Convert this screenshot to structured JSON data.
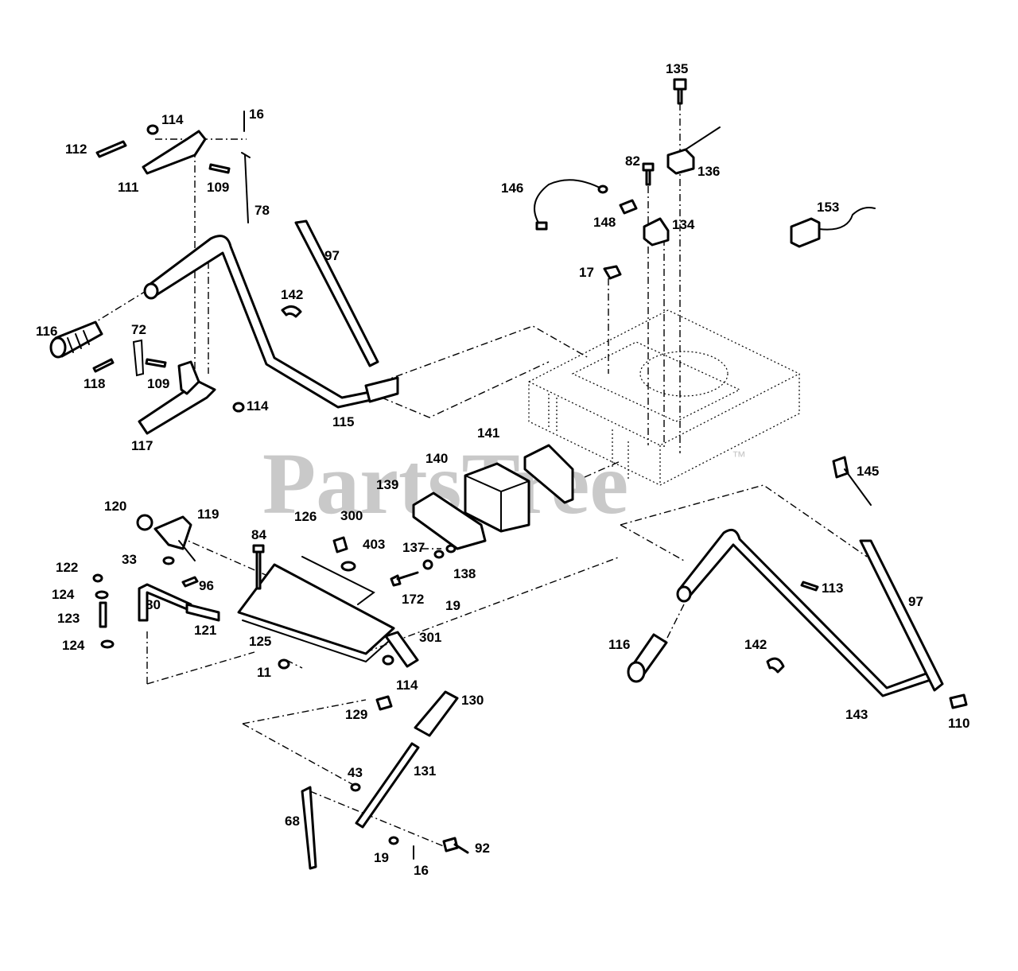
{
  "watermark": {
    "text": "PartsTree",
    "trademark": "™",
    "color": "#c9c9c9"
  },
  "labels": {
    "l135": "135",
    "l16a": "16",
    "l114a": "114",
    "l112": "112",
    "l111": "111",
    "l109a": "109",
    "l78": "78",
    "l82": "82",
    "l136": "136",
    "l146": "146",
    "l148": "148",
    "l134": "134",
    "l153": "153",
    "l97a": "97",
    "l142a": "142",
    "l17": "17",
    "l116a": "116",
    "l72": "72",
    "l118": "118",
    "l109b": "109",
    "l114b": "114",
    "l115": "115",
    "l117": "117",
    "l141": "141",
    "l140": "140",
    "l139": "139",
    "l145": "145",
    "l120": "120",
    "l119": "119",
    "l126": "126",
    "l300": "300",
    "l84": "84",
    "l33": "33",
    "l403": "403",
    "l137": "137",
    "l138": "138",
    "l122": "122",
    "l96": "96",
    "l124a": "124",
    "l172": "172",
    "l19a": "19",
    "l113": "113",
    "l97b": "97",
    "l123": "123",
    "l80": "80",
    "l121": "121",
    "l124b": "124",
    "l125": "125",
    "l301": "301",
    "l116b": "116",
    "l142b": "142",
    "l11": "11",
    "l114c": "114",
    "l130": "130",
    "l129": "129",
    "l143": "143",
    "l110": "110",
    "l43": "43",
    "l131": "131",
    "l68": "68",
    "l92": "92",
    "l19b": "19",
    "l16b": "16"
  }
}
